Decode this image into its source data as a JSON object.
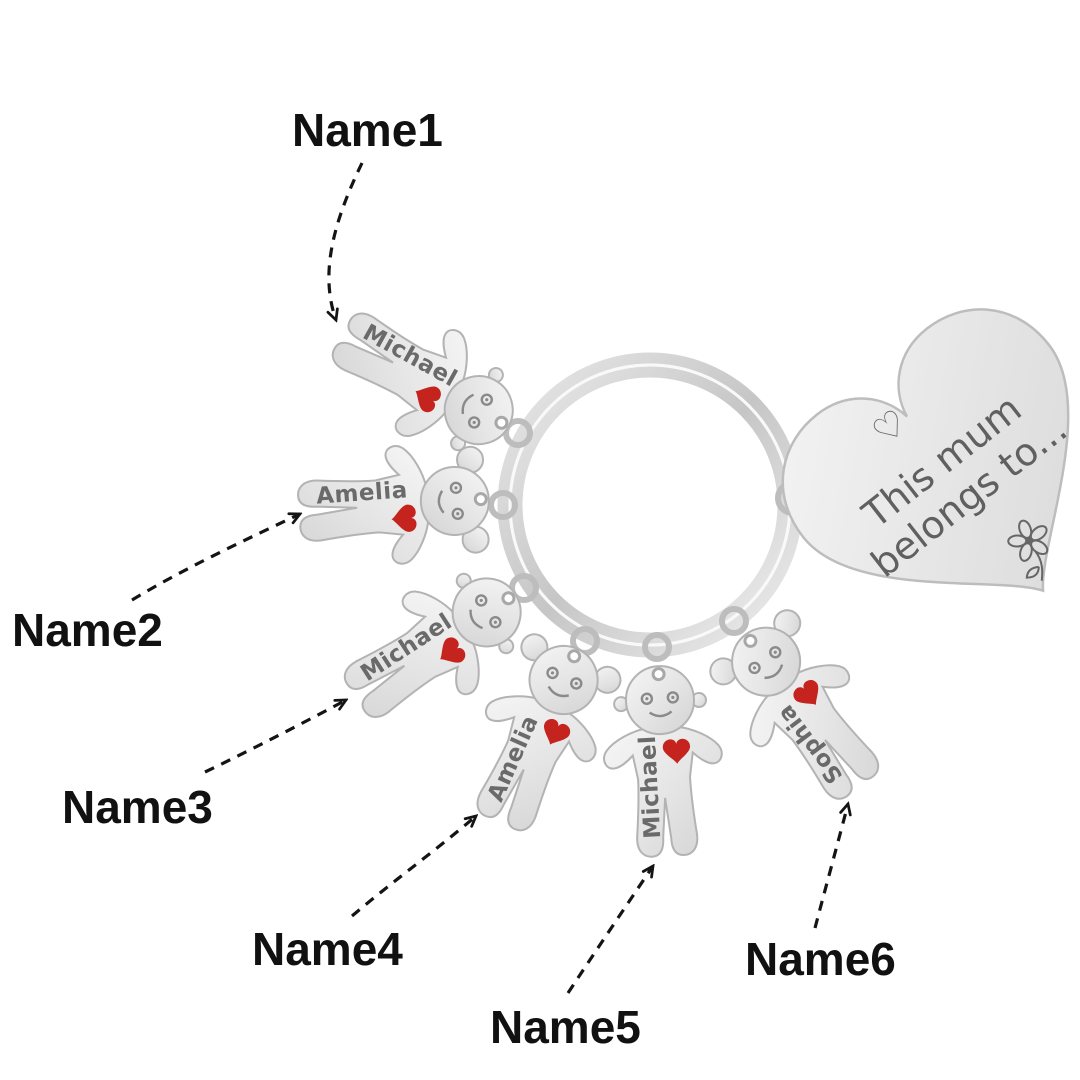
{
  "annotations": {
    "labels": [
      {
        "text": "Name1"
      },
      {
        "text": "Name2"
      },
      {
        "text": "Name3"
      },
      {
        "text": "Name4"
      },
      {
        "text": "Name5"
      },
      {
        "text": "Name6"
      }
    ]
  },
  "keychain": {
    "charms": [
      {
        "engraving": "Michael",
        "type": "boy"
      },
      {
        "engraving": "Amelia",
        "type": "girl"
      },
      {
        "engraving": "Michael",
        "type": "boy"
      },
      {
        "engraving": "Amelia",
        "type": "girl"
      },
      {
        "engraving": "Michael",
        "type": "boy"
      },
      {
        "engraving": "Sophia",
        "type": "girl"
      }
    ],
    "pendant": {
      "heart_glyph": "♡",
      "line1": "This mum",
      "line2": "belongs to..."
    }
  },
  "colors": {
    "heart_red": "#c5231d",
    "engraving_gray": "#6a6a6a",
    "label_black": "#111111",
    "metal_light": "#f2f2f2",
    "metal_dark": "#c9c9c9"
  }
}
